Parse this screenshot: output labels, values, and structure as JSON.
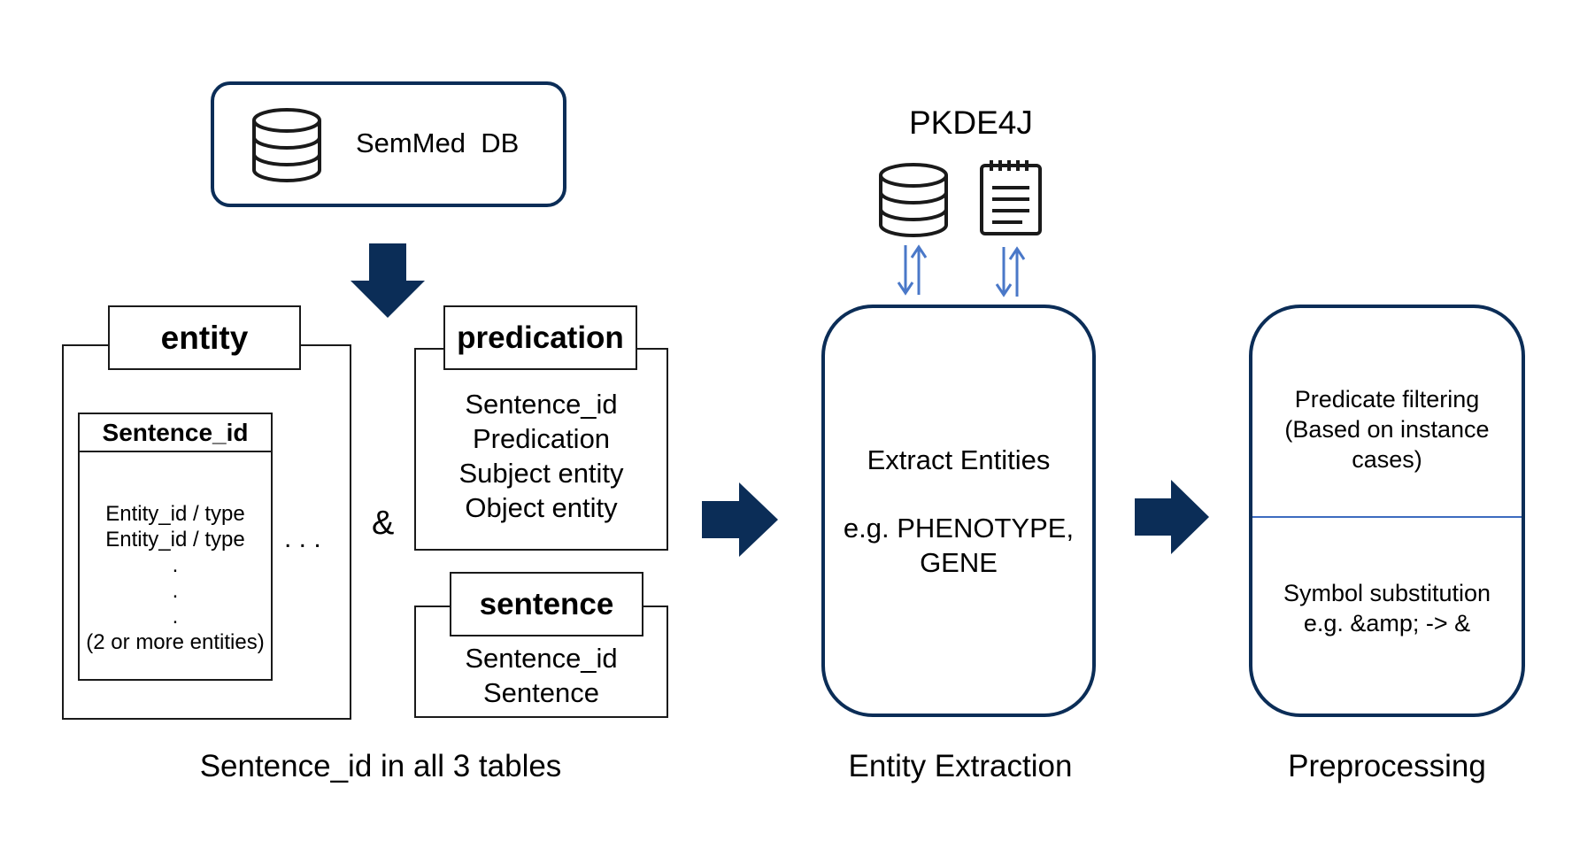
{
  "semmed": {
    "label": "SemMed  DB",
    "icon": "database-icon"
  },
  "entity_table": {
    "title": "entity",
    "inner_title": "Sentence_id",
    "rows": [
      "Entity_id / type",
      "Entity_id / type",
      ".",
      ".",
      ".",
      "(2 or more entities)"
    ],
    "ellipsis": ". . ."
  },
  "ampersand": "&",
  "predication_table": {
    "title": "predication",
    "fields": [
      "Sentence_id",
      "Predication",
      "Subject entity",
      "Object entity"
    ]
  },
  "sentence_table": {
    "title": "sentence",
    "fields": [
      "Sentence_id",
      "Sentence"
    ]
  },
  "pkde4j": {
    "label": "PKDE4J",
    "icons": [
      "database-icon",
      "notepad-icon"
    ]
  },
  "extract_box": {
    "line1": "Extract Entities",
    "line2": "e.g. PHENOTYPE,",
    "line3": "GENE"
  },
  "preprocess_box": {
    "top": [
      "Predicate filtering",
      "(Based on instance",
      "cases)"
    ],
    "bottom": [
      "Symbol substitution",
      "e.g. &amp; -> &"
    ]
  },
  "captions": {
    "tables": "Sentence_id in all 3 tables",
    "extraction": "Entity Extraction",
    "preprocessing": "Preprocessing"
  },
  "colors": {
    "navy": "#0b2d57",
    "blue_arrow": "#4a78c8",
    "divider": "#3d6cc0"
  }
}
